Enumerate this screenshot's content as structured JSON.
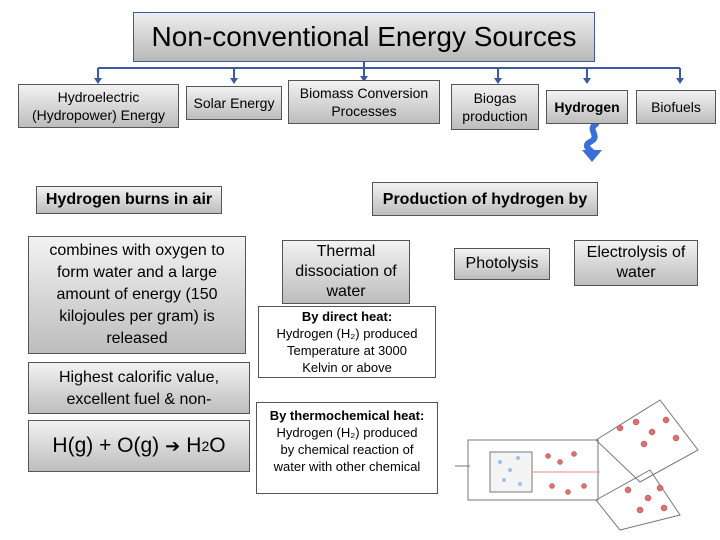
{
  "title": "Non-conventional Energy Sources",
  "sources": {
    "hydro": "Hydroelectric (Hydropower) Energy",
    "solar": "Solar Energy",
    "biomass": "Biomass Conversion Processes",
    "biogas": "Biogas production",
    "hydrogen": "Hydrogen",
    "biofuels": "Biofuels"
  },
  "left": {
    "burns_heading": "Hydrogen burns in air",
    "combines_text": "combines with oxygen to form water and a large amount of energy (150 kilojoules per gram) is released",
    "calorific_text": "Highest calorific value, excellent fuel & non-polluting",
    "equation": {
      "lhs": "H(g) + O(g)",
      "arrow": "➔",
      "rhs": "H",
      "rhs_sub": "2",
      "rhs_tail": "O"
    }
  },
  "production": {
    "heading": "Production of hydrogen by",
    "thermal": "Thermal dissociation of water",
    "photolysis": "Photolysis",
    "electrolysis": "Electrolysis of water",
    "direct_heat": {
      "title": "By direct heat:",
      "line1": "Hydrogen (H₂) produced",
      "line2": "Temperature at 3000",
      "line3": "Kelvin or above"
    },
    "thermochemical": {
      "title": "By thermochemical heat:",
      "line1": "Hydrogen (H₂) produced",
      "line2": "by chemical reaction of",
      "line3": "water with other chemical"
    }
  },
  "colors": {
    "connector": "#3b5aa0",
    "arrow": "#3b6fd8"
  }
}
